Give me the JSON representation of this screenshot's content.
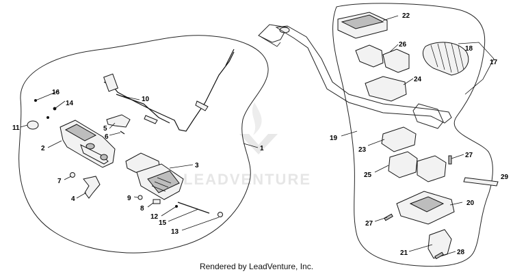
{
  "footer": {
    "credit": "Rendered by LeadVenture, Inc."
  },
  "watermark": {
    "text": "LEADVENTURE"
  },
  "callouts": {
    "c1": "1",
    "c2": "2",
    "c3": "3",
    "c4": "4",
    "c5": "5",
    "c6": "6",
    "c7": "7",
    "c8": "8",
    "c9": "9",
    "c10": "10",
    "c11": "11",
    "c12": "12",
    "c13": "13",
    "c14": "14",
    "c15": "15",
    "c16": "16",
    "c17": "17",
    "c18": "18",
    "c19": "19",
    "c20": "20",
    "c21": "21",
    "c22": "22",
    "c23": "23",
    "c24": "24",
    "c25": "25",
    "c26": "26",
    "c27a": "27",
    "c27b": "27",
    "c28": "28",
    "c29": "29"
  }
}
